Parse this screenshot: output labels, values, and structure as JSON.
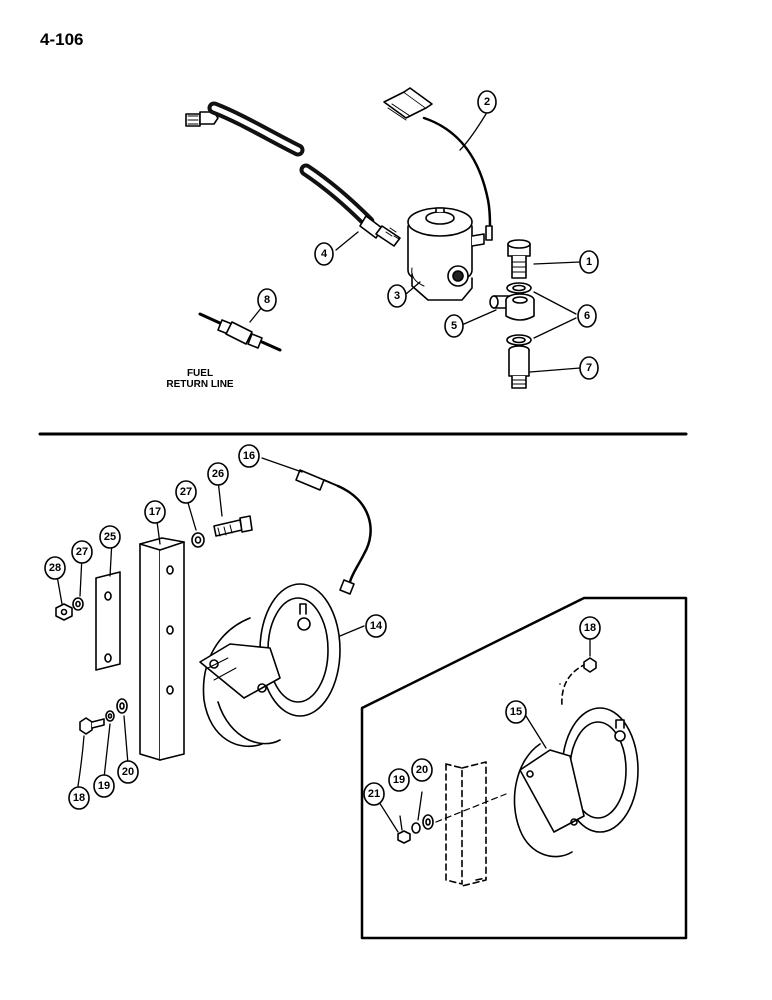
{
  "page_number": "4-106",
  "fuel_label": {
    "line1": "FUEL",
    "line2": "RETURN LINE"
  },
  "callouts": [
    {
      "id": "c1",
      "label": "1",
      "name": "callout-1-banjo-bolt"
    },
    {
      "id": "c2",
      "label": "2",
      "name": "callout-2-wire-harness"
    },
    {
      "id": "c3",
      "label": "3",
      "name": "callout-3-solenoid-valve"
    },
    {
      "id": "c4",
      "label": "4",
      "name": "callout-4-fuel-hose"
    },
    {
      "id": "c5",
      "label": "5",
      "name": "callout-5-banjo-fitting"
    },
    {
      "id": "c6",
      "label": "6",
      "name": "callout-6-sealing-washers"
    },
    {
      "id": "c7",
      "label": "7",
      "name": "callout-7-adapter"
    },
    {
      "id": "c8",
      "label": "8",
      "name": "callout-8-check-valve"
    },
    {
      "id": "c14",
      "label": "14",
      "name": "callout-14-pump-assembly"
    },
    {
      "id": "c15",
      "label": "15",
      "name": "callout-15-pump-alternate"
    },
    {
      "id": "c16",
      "label": "16",
      "name": "callout-16-lead-wire"
    },
    {
      "id": "c17",
      "label": "17",
      "name": "callout-17-bracket"
    },
    {
      "id": "c18a",
      "label": "18",
      "name": "callout-18-bolt"
    },
    {
      "id": "c18b",
      "label": "18",
      "name": "callout-18-bolt-inset"
    },
    {
      "id": "c19a",
      "label": "19",
      "name": "callout-19-lockwasher"
    },
    {
      "id": "c19b",
      "label": "19",
      "name": "callout-19-lockwasher-inset"
    },
    {
      "id": "c20a",
      "label": "20",
      "name": "callout-20-washer"
    },
    {
      "id": "c20b",
      "label": "20",
      "name": "callout-20-washer-inset"
    },
    {
      "id": "c21",
      "label": "21",
      "name": "callout-21-nut-inset"
    },
    {
      "id": "c25",
      "label": "25",
      "name": "callout-25-spacer-plate"
    },
    {
      "id": "c26",
      "label": "26",
      "name": "callout-26-bolt"
    },
    {
      "id": "c27a",
      "label": "27",
      "name": "callout-27-washer"
    },
    {
      "id": "c27b",
      "label": "27",
      "name": "callout-27-washer-left"
    },
    {
      "id": "c28",
      "label": "28",
      "name": "callout-28-nut"
    }
  ]
}
